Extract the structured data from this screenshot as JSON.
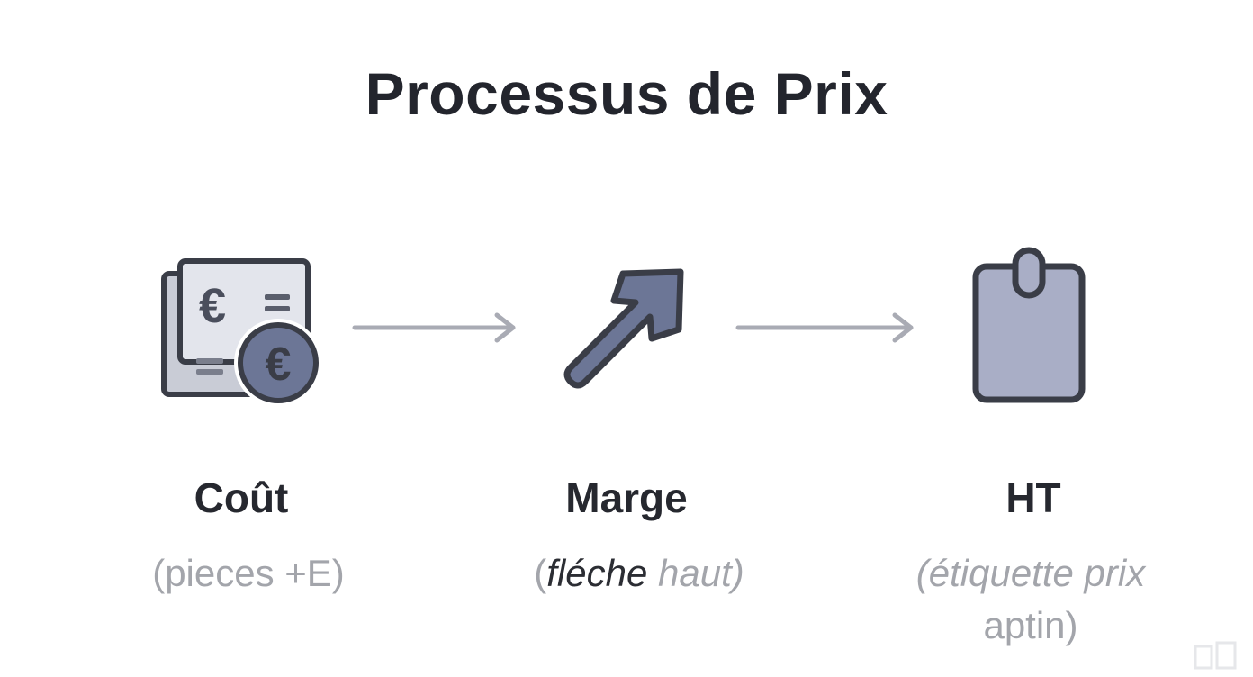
{
  "diagram": {
    "title": "Processus de Prix",
    "steps": [
      {
        "label": "Coût",
        "description": "(pieces +E)",
        "icon": "euro-bills-and-coin-icon"
      },
      {
        "label": "Marge",
        "description_parts": [
          "(",
          "fléche",
          " haut)"
        ],
        "icon": "arrow-up-right-icon"
      },
      {
        "label": "HT",
        "description_line1": "(étiquette prix",
        "description_line2": "aptin)",
        "icon": "price-tag-icon"
      }
    ],
    "connectors": [
      "arrow-right-icon",
      "arrow-right-icon"
    ],
    "colors": {
      "title": "#23252d",
      "label": "#26282f",
      "description": "#a3a5ab",
      "icon_fill_light": "#dcdee6",
      "icon_fill_mid": "#6c7696",
      "icon_fill_tag": "#a9aec6",
      "icon_stroke": "#3a3d47",
      "connector": "#a9abb4"
    }
  }
}
